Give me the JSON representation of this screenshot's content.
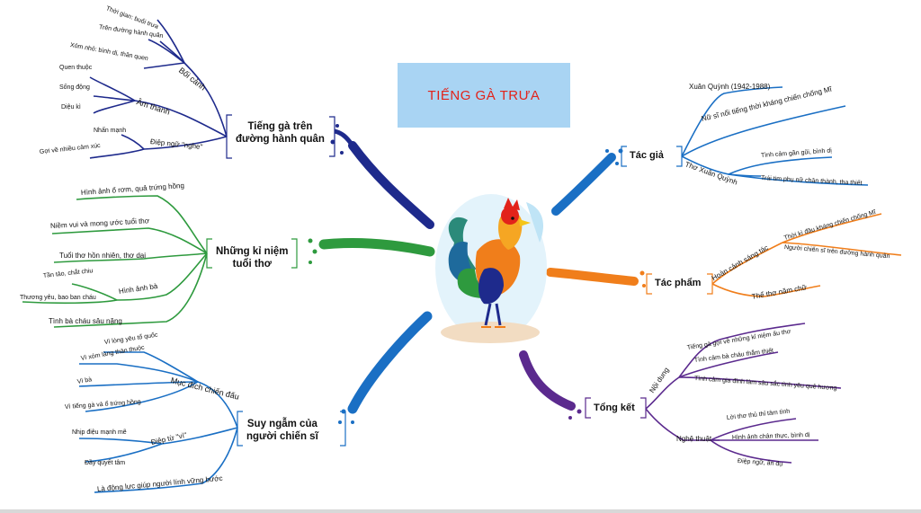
{
  "title": "TIẾNG GÀ TRƯA",
  "colors": {
    "title_bg": "#a9d4f3",
    "title_text": "#e2231a",
    "navy": "#1e2a8c",
    "green": "#2e9a3e",
    "blue": "#1a6fc4",
    "orange": "#f07e1b",
    "purple": "#5b2a8e"
  },
  "branches": {
    "duong_hanh_quan": {
      "label": "Tiếng gà trên đường hành quân",
      "label_line1": "Tiếng gà trên",
      "label_line2": "đường hành quân",
      "boi_canh": {
        "label": "Bối cảnh",
        "items": [
          "Thời gian: buổi trưa",
          "Trên đường hành quân",
          "Xóm nhỏ: bình dị, thân quen"
        ]
      },
      "am_thanh": {
        "label": "Âm thanh",
        "items": [
          "Quen thuộc",
          "Sống động",
          "Diệu kì"
        ]
      },
      "diep_ngu": {
        "label": "Điệp ngữ \"nghe\"",
        "items": [
          "Nhấn mạnh",
          "Gợi về nhiều cảm xúc"
        ]
      }
    },
    "ki_niem": {
      "label_line1": "Những kỉ niệm",
      "label_line2": "tuổi thơ",
      "items": [
        "Hình ảnh ổ rơm, quả trứng hồng",
        "Niềm vui và mong ước tuổi thơ",
        "Tuổi thơ hồn nhiên, thơ dại"
      ],
      "hinh_anh_ba": {
        "label": "Hình ảnh bà",
        "items": [
          "Tần tảo, chắt chiu",
          "Thương yêu, bao ban cháu"
        ]
      },
      "last": "Tình bà cháu sâu nặng"
    },
    "suy_ngam": {
      "label_line1": "Suy ngẫm của",
      "label_line2": "người chiến sĩ",
      "muc_dich": {
        "label": "Mục đích chiến đấu",
        "items": [
          "Vì lòng yêu tổ quốc",
          "Vì xóm làng thân thuộc",
          "Vì bà",
          "Vì tiếng gà và ổ trứng hồng"
        ]
      },
      "diep_tu": {
        "label": "Điệp từ \"vì\"",
        "items": [
          "Nhịp điệu mạnh mẽ",
          "Đầy quyết tâm"
        ]
      },
      "last": "Là động lực giúp người lính vững bước"
    },
    "tac_gia": {
      "label": "Tác giả",
      "items": [
        "Xuân Quỳnh (1942-1988)",
        "Nữ sĩ nổi tiếng thời kháng chiến chống Mĩ"
      ],
      "tho": {
        "label": "Thơ Xuân Quỳnh",
        "items": [
          "Tình cảm gần gũi, bình dị",
          "Trái tim phụ nữ chân thành, tha thiết"
        ]
      }
    },
    "tac_pham": {
      "label": "Tác phẩm",
      "hoan_canh": {
        "label": "Hoàn cảnh sáng tác",
        "items": [
          "Thời kì đầu kháng chiến chống Mĩ",
          "Người chiến sĩ trên đường hành quân"
        ]
      },
      "the_tho": "Thể thơ năm chữ"
    },
    "tong_ket": {
      "label": "Tổng kết",
      "noi_dung": {
        "label": "Nội dung",
        "items": [
          "Tiếng gà gợi về những kỉ niệm ấu thơ",
          "Tình cảm bà cháu thắm thiết",
          "Tình cảm gia đình làm sâu sắc tình yêu quê hương"
        ]
      },
      "nghe_thuat": {
        "label": "Nghệ thuật",
        "items": [
          "Lời thơ thủ thỉ tâm tình",
          "Hình ảnh chân thực, bình dị",
          "Điệp ngữ, ẩn dụ"
        ]
      }
    }
  }
}
